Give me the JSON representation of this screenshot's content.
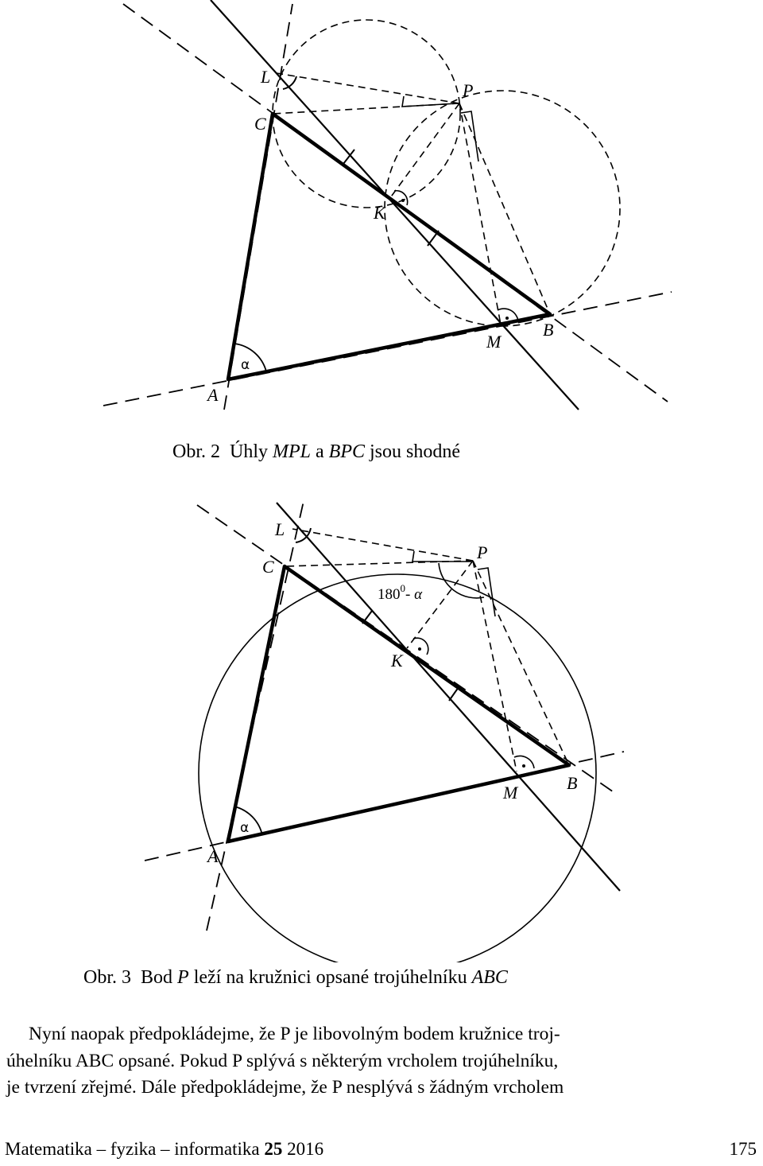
{
  "figure2": {
    "labels": {
      "L": "L",
      "C": "C",
      "P": "P",
      "K": "K",
      "M": "M",
      "B": "B",
      "A": "A",
      "alpha": "α"
    },
    "caption": {
      "prefix": "Obr. 2",
      "text1": "Úhly",
      "mpl": "MPL",
      "and": "a",
      "bpc": "BPC",
      "text2": "jsou shodné"
    }
  },
  "figure3": {
    "labels": {
      "L": "L",
      "C": "C",
      "P": "P",
      "K": "K",
      "M": "M",
      "B": "B",
      "A": "A",
      "alpha": "α",
      "angle_base": "180",
      "angle_exp": "0",
      "angle_rest": "- α"
    },
    "caption": {
      "prefix": "Obr. 3",
      "text1": "Bod",
      "p": "P",
      "text2": "leží na kružnici opsané trojúhelníku",
      "abc": "ABC"
    }
  },
  "paragraph": {
    "line1": "Nyní naopak předpokládejme, že P je libovolným bodem kružnice troj-",
    "line2": "úhelníku ABC opsané. Pokud P splývá s některým vrcholem trojúhelníku,",
    "line3": "je tvrzení zřejmé. Dále předpokládejme, že P nesplývá s žádným vrcholem"
  },
  "footer": {
    "journal": "Matematika – fyzika – informatika",
    "volume": "25",
    "year": "2016",
    "page": "175"
  }
}
